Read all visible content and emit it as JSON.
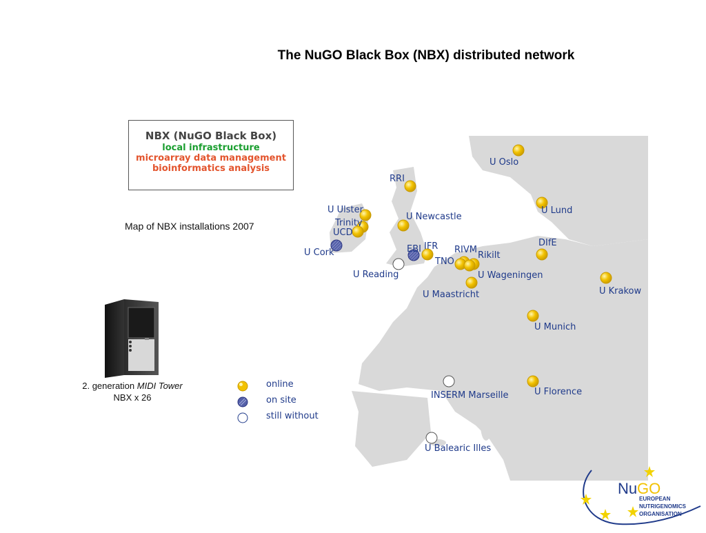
{
  "slide": {
    "title": "The NuGO Black Box (NBX) distributed network"
  },
  "nbx_box": {
    "heading": "NBX (NuGO Black Box)",
    "line1": "local infrastructure",
    "line2": "microarray data management",
    "line3": "bioinformatics analysis"
  },
  "map_caption": "Map of NBX installations 2007",
  "tower": {
    "caption_prefix": "2. generation ",
    "caption_italic": "MIDI Tower",
    "caption_line2": "NBX x 26"
  },
  "legend": {
    "online": "online",
    "on_site": "on site",
    "still_without": "still without"
  },
  "locations": [
    {
      "name": "U Oslo",
      "status": "online"
    },
    {
      "name": "RRI",
      "status": "online"
    },
    {
      "name": "U Lund",
      "status": "online"
    },
    {
      "name": "U Ulster",
      "status": "online"
    },
    {
      "name": "Trinity",
      "status": "online"
    },
    {
      "name": "UCD",
      "status": "online"
    },
    {
      "name": "U Newcastle",
      "status": "online"
    },
    {
      "name": "U Cork",
      "status": "on site"
    },
    {
      "name": "DIfE",
      "status": "online"
    },
    {
      "name": "EBI",
      "status": "on site"
    },
    {
      "name": "IFR",
      "status": "online"
    },
    {
      "name": "RIVM",
      "status": "online"
    },
    {
      "name": "Rikilt",
      "status": "online"
    },
    {
      "name": "TNO",
      "status": "online"
    },
    {
      "name": "U Reading",
      "status": "still without"
    },
    {
      "name": "U Wageningen",
      "status": "online"
    },
    {
      "name": "U Krakow",
      "status": "online"
    },
    {
      "name": "U Maastricht",
      "status": "online"
    },
    {
      "name": "U Munich",
      "status": "online"
    },
    {
      "name": "INSERM Marseille",
      "status": "still without"
    },
    {
      "name": "U Florence",
      "status": "online"
    },
    {
      "name": "U Balearic Illes",
      "status": "still without"
    }
  ],
  "logo": {
    "nu": "Nu",
    "go": "GO",
    "line1": "EUROPEAN",
    "line2": "NUTRIGENOMICS",
    "line3": "ORGANISATION"
  },
  "colors": {
    "online": "#f2c200",
    "on_site": "#5560a8",
    "still_without": "#ffffff",
    "label": "#1f3a8a",
    "map_land": "#d9d9d9"
  }
}
